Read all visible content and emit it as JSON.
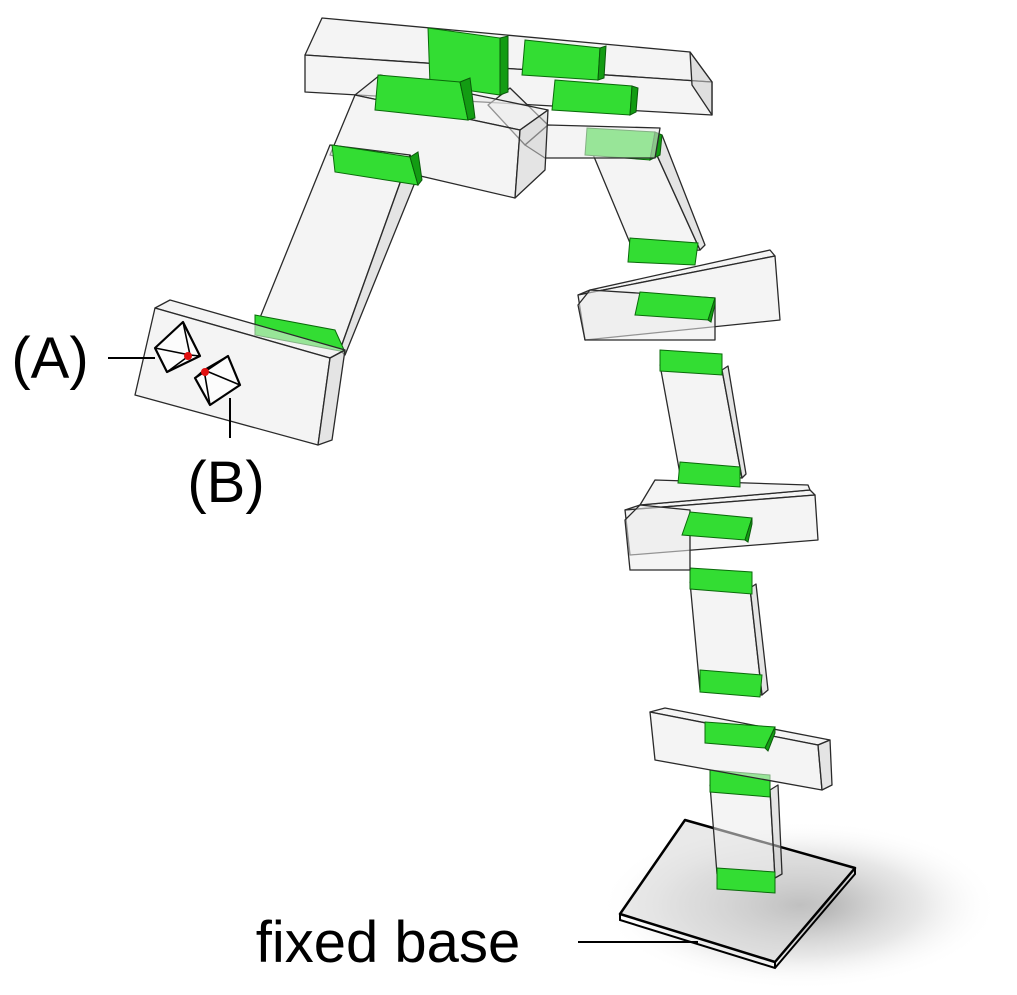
{
  "labels": {
    "sensor_a": "(A)",
    "sensor_b": "(B)",
    "base": "fixed base"
  },
  "colors": {
    "joint": "#33dd33",
    "joint_dark": "#139c13",
    "link": "#d8d8d8",
    "outline": "#2a2a2a",
    "sensor_point": "#e01010"
  },
  "icons": {
    "sensor_a": "camera-frustum-icon",
    "sensor_b": "camera-frustum-icon"
  }
}
